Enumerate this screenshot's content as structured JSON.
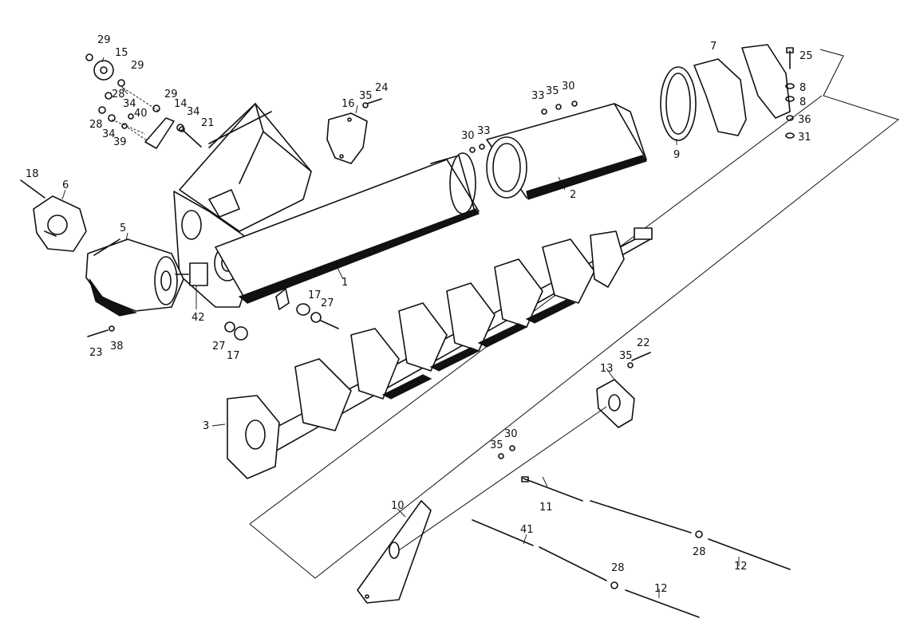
{
  "callouts": [
    {
      "id": "c-29a",
      "text": "29"
    },
    {
      "id": "c-15",
      "text": "15"
    },
    {
      "id": "c-29b",
      "text": "29"
    },
    {
      "id": "c-28a",
      "text": "28"
    },
    {
      "id": "c-29c",
      "text": "29"
    },
    {
      "id": "c-14",
      "text": "14"
    },
    {
      "id": "c-34a",
      "text": "34"
    },
    {
      "id": "c-40",
      "text": "40"
    },
    {
      "id": "c-28b",
      "text": "28"
    },
    {
      "id": "c-34b",
      "text": "34"
    },
    {
      "id": "c-39",
      "text": "39"
    },
    {
      "id": "c-34c",
      "text": "34"
    },
    {
      "id": "c-21",
      "text": "21"
    },
    {
      "id": "c-16",
      "text": "16"
    },
    {
      "id": "c-35a",
      "text": "35"
    },
    {
      "id": "c-24",
      "text": "24"
    },
    {
      "id": "c-18",
      "text": "18"
    },
    {
      "id": "c-6",
      "text": "6"
    },
    {
      "id": "c-5",
      "text": "5"
    },
    {
      "id": "c-42",
      "text": "42"
    },
    {
      "id": "c-1",
      "text": "1"
    },
    {
      "id": "c-17a",
      "text": "17"
    },
    {
      "id": "c-27a",
      "text": "27"
    },
    {
      "id": "c-27b",
      "text": "27"
    },
    {
      "id": "c-17b",
      "text": "17"
    },
    {
      "id": "c-23",
      "text": "23"
    },
    {
      "id": "c-38",
      "text": "38"
    },
    {
      "id": "c-3",
      "text": "3"
    },
    {
      "id": "c-33a",
      "text": "33"
    },
    {
      "id": "c-35b",
      "text": "35"
    },
    {
      "id": "c-30a",
      "text": "30"
    },
    {
      "id": "c-30b",
      "text": "30"
    },
    {
      "id": "c-33b",
      "text": "33"
    },
    {
      "id": "c-2",
      "text": "2"
    },
    {
      "id": "c-9",
      "text": "9"
    },
    {
      "id": "c-7",
      "text": "7"
    },
    {
      "id": "c-25",
      "text": "25"
    },
    {
      "id": "c-8a",
      "text": "8"
    },
    {
      "id": "c-8b",
      "text": "8"
    },
    {
      "id": "c-36",
      "text": "36"
    },
    {
      "id": "c-31",
      "text": "31"
    },
    {
      "id": "c-22",
      "text": "22"
    },
    {
      "id": "c-35c",
      "text": "35"
    },
    {
      "id": "c-13",
      "text": "13"
    },
    {
      "id": "c-30c",
      "text": "30"
    },
    {
      "id": "c-35d",
      "text": "35"
    },
    {
      "id": "c-10",
      "text": "10"
    },
    {
      "id": "c-11",
      "text": "11"
    },
    {
      "id": "c-41",
      "text": "41"
    },
    {
      "id": "c-28c",
      "text": "28"
    },
    {
      "id": "c-12a",
      "text": "12"
    },
    {
      "id": "c-28d",
      "text": "28"
    },
    {
      "id": "c-12b",
      "text": "12"
    }
  ]
}
